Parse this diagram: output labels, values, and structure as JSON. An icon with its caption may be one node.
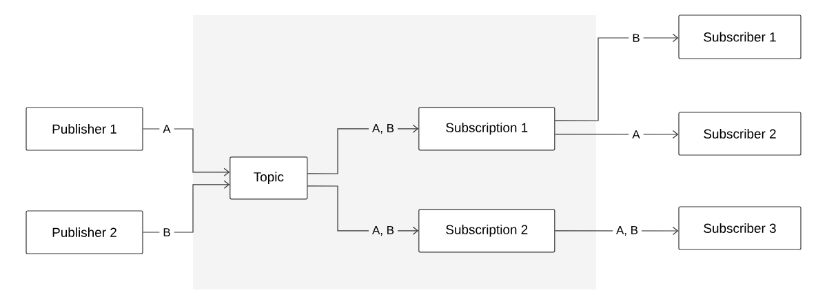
{
  "diagram": {
    "nodes": [
      {
        "text": [],
        "shape": "box"
      },
      {
        "text": [
          "Publisher 1"
        ]
      },
      {
        "text": [
          "Publisher 2"
        ]
      },
      {
        "text": [
          "Topic"
        ],
        "in": 0
      },
      {
        "text": [
          "Subscription 1"
        ],
        "in": 0
      },
      {
        "text": [
          "Subscription 2"
        ],
        "in": 0
      },
      {
        "text": [
          "Subscriber 1"
        ]
      },
      {
        "text": [
          "Subscriber 2"
        ]
      },
      {
        "text": [
          "Subscriber 3"
        ]
      }
    ],
    "edges": [
      {
        "from": 1,
        "to": 3,
        "arrow": "to",
        "label": "A"
      },
      {
        "from": 2,
        "to": 3,
        "arrow": "to",
        "label": "B"
      },
      {
        "from": 3,
        "to": 4,
        "arrow": "to",
        "label": "A, B"
      },
      {
        "from": 3,
        "to": 5,
        "arrow": "to",
        "label": "A, B"
      },
      {
        "from": 4,
        "to": 6,
        "arrow": "to",
        "label": "B"
      },
      {
        "from": 4,
        "to": 7,
        "arrow": "to",
        "label": "A"
      },
      {
        "from": 5,
        "to": 8,
        "arrow": "to",
        "label": "A, B"
      }
    ]
  }
}
